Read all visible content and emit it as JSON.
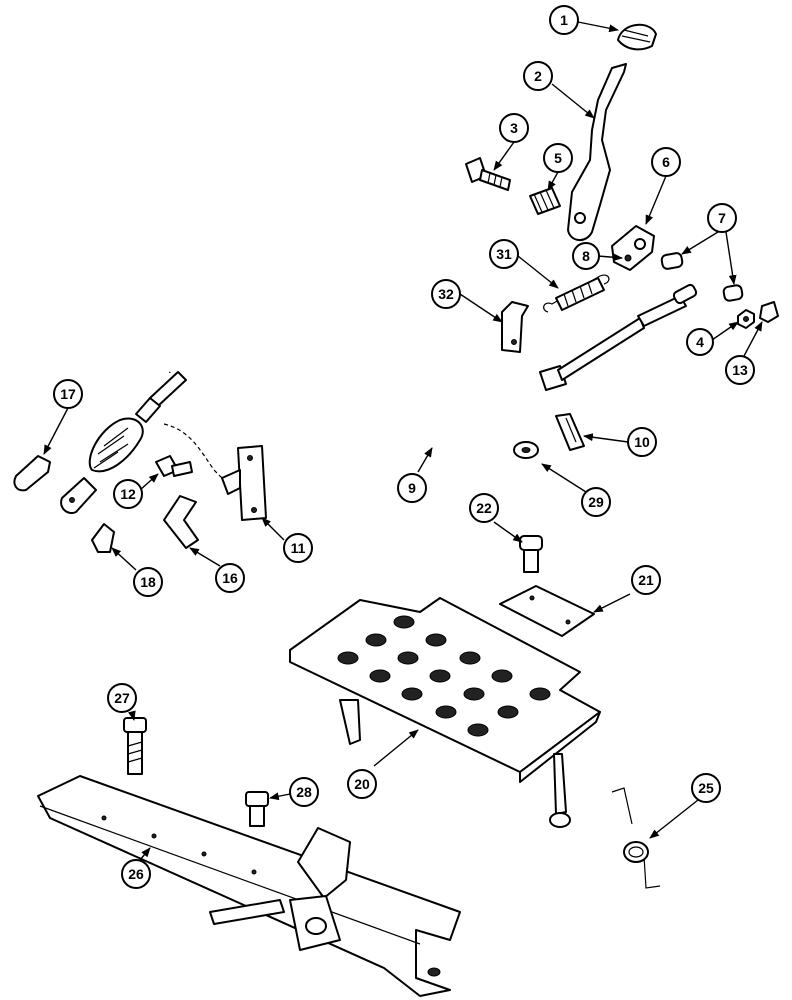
{
  "callouts": [
    {
      "label": "1"
    },
    {
      "label": "2"
    },
    {
      "label": "3"
    },
    {
      "label": "5"
    },
    {
      "label": "6"
    },
    {
      "label": "7"
    },
    {
      "label": "8"
    },
    {
      "label": "31"
    },
    {
      "label": "32"
    },
    {
      "label": "4"
    },
    {
      "label": "13"
    },
    {
      "label": "17"
    },
    {
      "label": "10"
    },
    {
      "label": "12"
    },
    {
      "label": "9"
    },
    {
      "label": "29"
    },
    {
      "label": "11"
    },
    {
      "label": "22"
    },
    {
      "label": "16"
    },
    {
      "label": "18"
    },
    {
      "label": "21"
    },
    {
      "label": "27"
    },
    {
      "label": "20"
    },
    {
      "label": "28"
    },
    {
      "label": "25"
    },
    {
      "label": "26"
    }
  ]
}
